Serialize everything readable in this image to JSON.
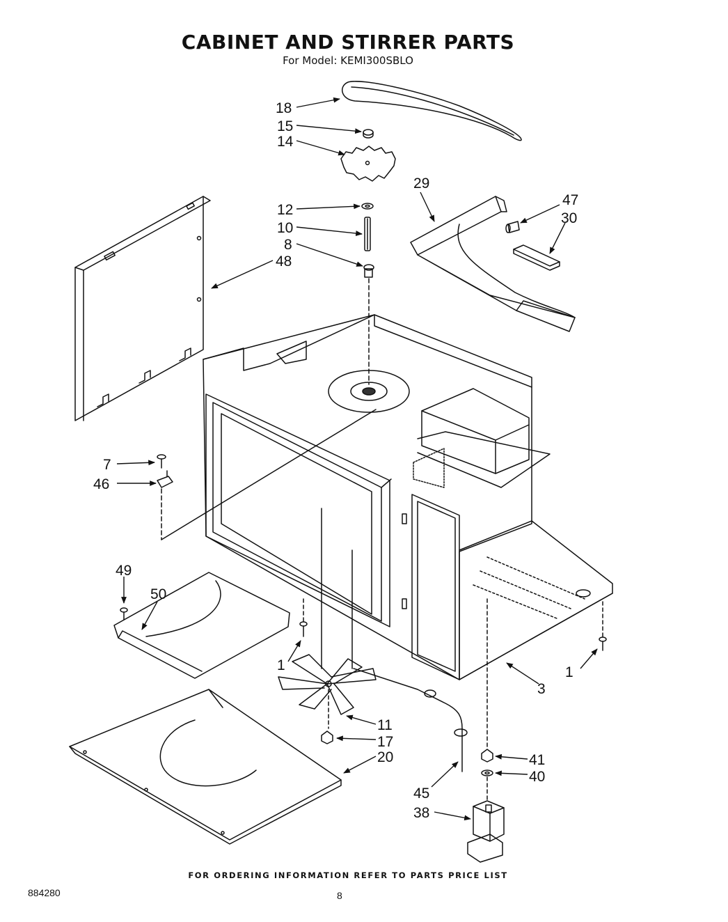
{
  "header": {
    "title": "CABINET AND STIRRER PARTS",
    "model_line": "For Model: KEMI300SBLO"
  },
  "callouts": {
    "c18": "18",
    "c15": "15",
    "c14": "14",
    "c12": "12",
    "c10": "10",
    "c8": "8",
    "c48": "48",
    "c29": "29",
    "c47": "47",
    "c30": "30",
    "c7": "7",
    "c46": "46",
    "c49": "49",
    "c50": "50",
    "c1_left": "1",
    "c1_right": "1",
    "c3": "3",
    "c11": "11",
    "c17": "17",
    "c20": "20",
    "c41": "41",
    "c40": "40",
    "c45": "45",
    "c38": "38"
  },
  "footer": {
    "ordering_note": "FOR ORDERING INFORMATION REFER TO PARTS PRICE LIST",
    "doc_number": "884280",
    "page_number": "8"
  }
}
